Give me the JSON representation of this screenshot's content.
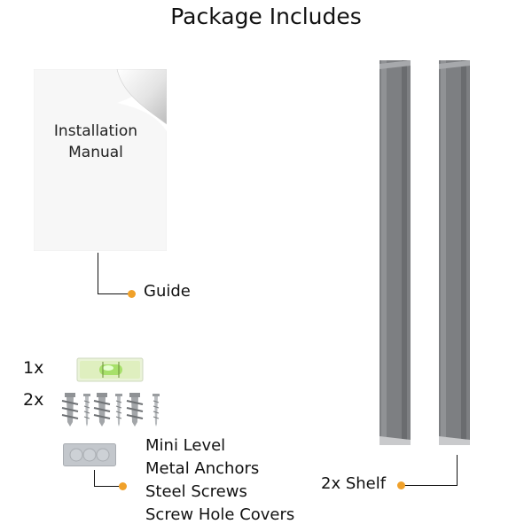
{
  "title": "Package Includes",
  "manual": {
    "line1": "Installation",
    "line2": "Manual"
  },
  "labels": {
    "guide": "Guide",
    "shelf": "2x Shelf"
  },
  "quantities": {
    "level_qty": "1x",
    "screws_qty": "2x"
  },
  "hardware_list": [
    "Mini Level",
    "Metal Anchors",
    "Steel Screws",
    "Screw Hole Covers"
  ],
  "colors": {
    "accent_dot": "#f0a12a",
    "shelf_gray": "#7d7f82",
    "level_green": "#a7e06a"
  }
}
